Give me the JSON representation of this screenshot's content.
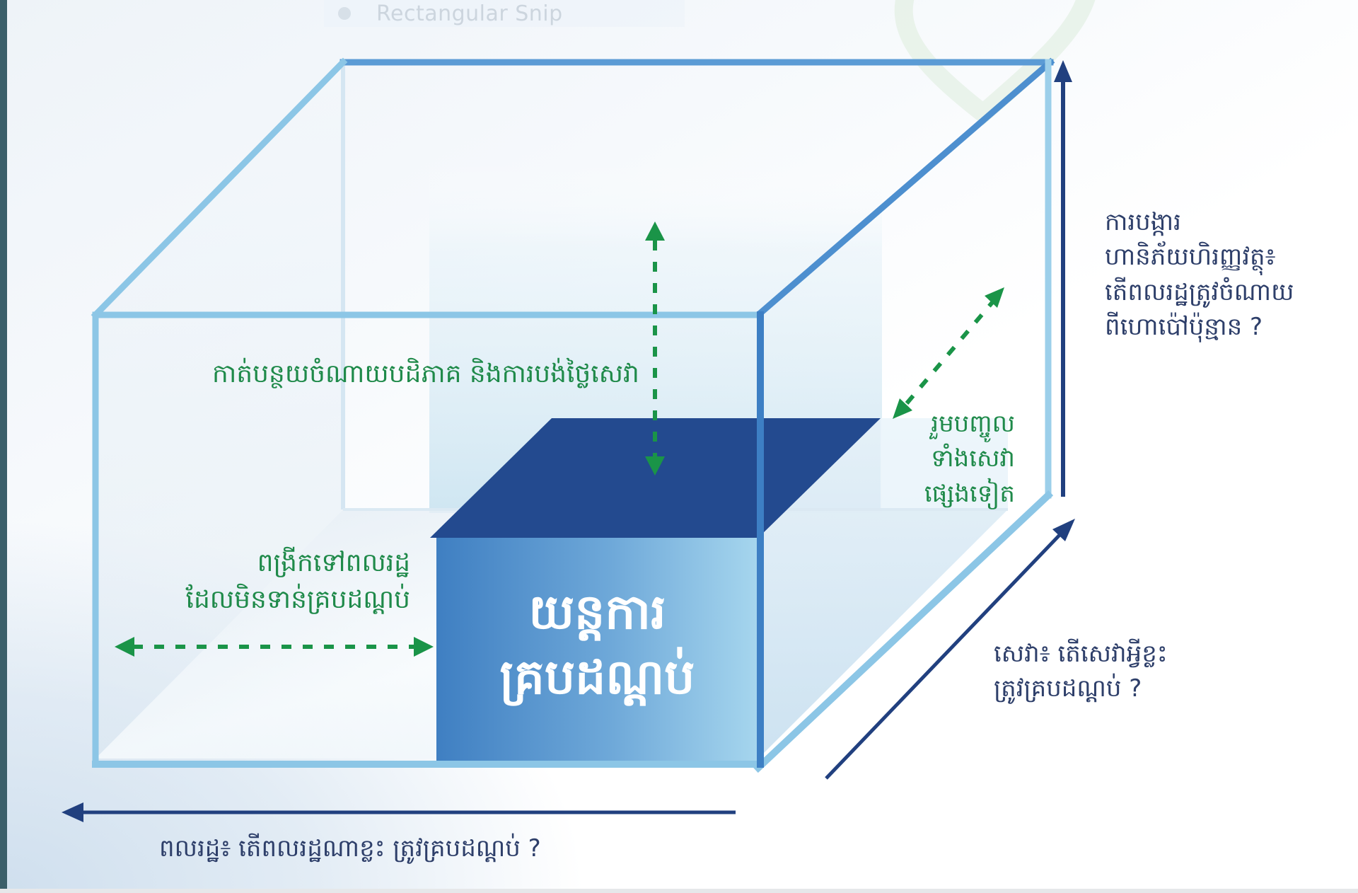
{
  "overlay": {
    "snip_label": "Rectangular Snip"
  },
  "colors": {
    "cube_edge_light": "#8cc6e6",
    "cube_edge_mid": "#5b9bd5",
    "cube_edge_dark": "#3d7fc4",
    "inner_box_top": "#234a8f",
    "inner_box_front_left": "#3f7fc2",
    "inner_box_front_right": "#a6d6ee",
    "green_accent": "#1a9448",
    "navy_axis": "#21407f",
    "watermark_green": "#e3efe3"
  },
  "diagram": {
    "center_box": {
      "line1": "យន្តការ",
      "line2": "គ្របដណ្តប់"
    },
    "inner_labels": {
      "cost_sharing": "កាត់បន្ថយចំណាយបដិភាគ និងការបង់ថ្លៃសេវា",
      "other_services": {
        "line1": "រួមបញ្ចូល",
        "line2": "ទាំងសេវា",
        "line3": "ផ្សេងទៀត"
      },
      "expand_population": {
        "line1": "ពង្រីកទៅពលរដ្ឋ",
        "line2": "ដែលមិនទាន់គ្របដណ្តប់"
      }
    },
    "axes": {
      "vertical": {
        "line1": "ការបង្ការ",
        "line2": "ហានិភ័យហិរញ្ញវត្ថុ៖",
        "line3": "តើពលរដ្ឋត្រូវចំណាយ",
        "line4": "ពីហោប៉ៅប៉ុន្មាន ?"
      },
      "depth": {
        "line1": "សេវា៖ តើសេវាអ្វីខ្លះ",
        "line2": "ត្រូវគ្របដណ្តប់ ?"
      },
      "horizontal": {
        "line1": "ពលរដ្ឋ៖ តើពលរដ្ឋណាខ្លះ ត្រូវគ្របដណ្តប់ ?"
      }
    }
  }
}
